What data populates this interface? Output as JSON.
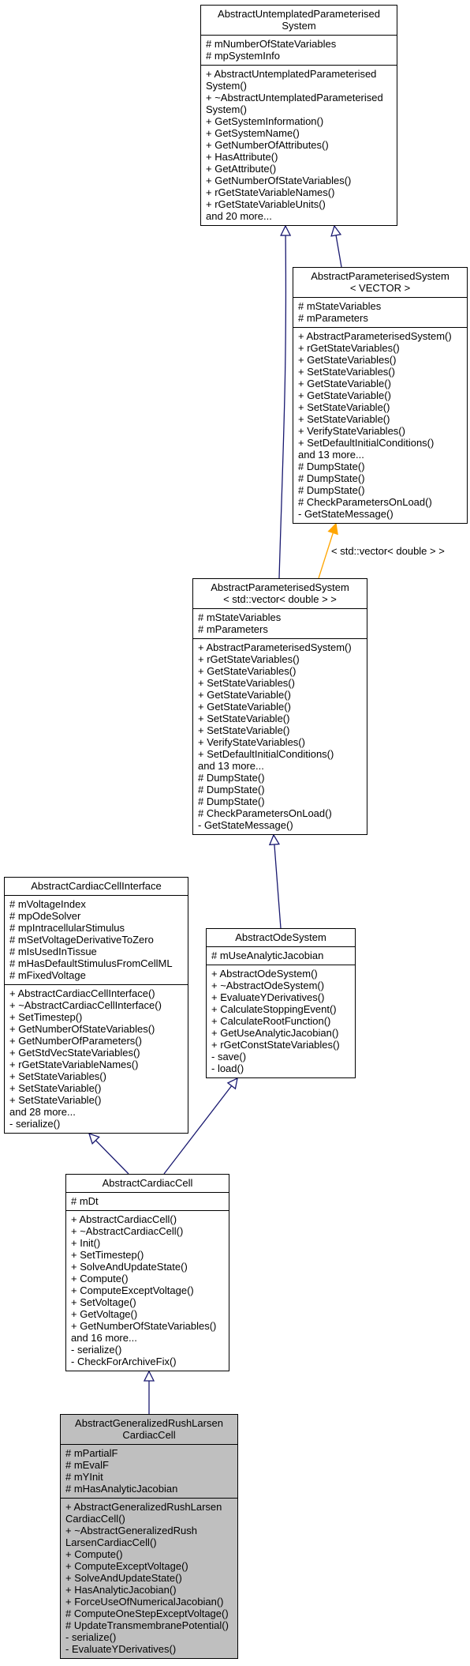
{
  "diagram": {
    "nodes": [
      {
        "id": "aups",
        "title": [
          "AbstractUntemplatedParameterised",
          "System"
        ],
        "attributes": [
          "# mNumberOfStateVariables",
          "# mpSystemInfo"
        ],
        "methods": [
          "+ AbstractUntemplatedParameterised",
          "System()",
          "+ ~AbstractUntemplatedParameterised",
          "System()",
          "+ GetSystemInformation()",
          "+ GetSystemName()",
          "+ GetNumberOfAttributes()",
          "+ HasAttribute()",
          "+ GetAttribute()",
          "+ GetNumberOfStateVariables()",
          "+ rGetStateVariableNames()",
          "+ rGetStateVariableUnits()",
          "and 20 more..."
        ]
      },
      {
        "id": "apsv",
        "title": [
          "AbstractParameterisedSystem",
          "< VECTOR >"
        ],
        "attributes": [
          "# mStateVariables",
          "# mParameters"
        ],
        "methods": [
          "+ AbstractParameterisedSystem()",
          "+ rGetStateVariables()",
          "+ GetStateVariables()",
          "+ SetStateVariables()",
          "+ GetStateVariable()",
          "+ GetStateVariable()",
          "+ SetStateVariable()",
          "+ SetStateVariable()",
          "+ VerifyStateVariables()",
          "+ SetDefaultInitialConditions()",
          "and 13 more...",
          "# DumpState()",
          "# DumpState()",
          "# DumpState()",
          "# CheckParametersOnLoad()",
          "- GetStateMessage()"
        ]
      },
      {
        "id": "apsd",
        "title": [
          "AbstractParameterisedSystem",
          "< std::vector< double > >"
        ],
        "attributes": [
          "# mStateVariables",
          "# mParameters"
        ],
        "methods": [
          "+ AbstractParameterisedSystem()",
          "+ rGetStateVariables()",
          "+ GetStateVariables()",
          "+ SetStateVariables()",
          "+ GetStateVariable()",
          "+ GetStateVariable()",
          "+ SetStateVariable()",
          "+ SetStateVariable()",
          "+ VerifyStateVariables()",
          "+ SetDefaultInitialConditions()",
          "and 13 more...",
          "# DumpState()",
          "# DumpState()",
          "# DumpState()",
          "# CheckParametersOnLoad()",
          "- GetStateMessage()"
        ]
      },
      {
        "id": "acci",
        "title": [
          "AbstractCardiacCellInterface"
        ],
        "attributes": [
          "# mVoltageIndex",
          "# mpOdeSolver",
          "# mpIntracellularStimulus",
          "# mSetVoltageDerivativeToZero",
          "# mIsUsedInTissue",
          "# mHasDefaultStimulusFromCellML",
          "# mFixedVoltage"
        ],
        "methods": [
          "+ AbstractCardiacCellInterface()",
          "+ ~AbstractCardiacCellInterface()",
          "+ SetTimestep()",
          "+ GetNumberOfStateVariables()",
          "+ GetNumberOfParameters()",
          "+ GetStdVecStateVariables()",
          "+ rGetStateVariableNames()",
          "+ SetStateVariables()",
          "+ SetStateVariable()",
          "+ SetStateVariable()",
          "and 28 more...",
          "- serialize()"
        ]
      },
      {
        "id": "aos",
        "title": [
          "AbstractOdeSystem"
        ],
        "attributes": [
          "# mUseAnalyticJacobian"
        ],
        "methods": [
          "+ AbstractOdeSystem()",
          "+ ~AbstractOdeSystem()",
          "+ EvaluateYDerivatives()",
          "+ CalculateStoppingEvent()",
          "+ CalculateRootFunction()",
          "+ GetUseAnalyticJacobian()",
          "+ rGetConstStateVariables()",
          "- save()",
          "- load()"
        ]
      },
      {
        "id": "acc",
        "title": [
          "AbstractCardiacCell"
        ],
        "attributes": [
          "# mDt"
        ],
        "methods": [
          "+ AbstractCardiacCell()",
          "+ ~AbstractCardiacCell()",
          "+ Init()",
          "+ SetTimestep()",
          "+ SolveAndUpdateState()",
          "+ Compute()",
          "+ ComputeExceptVoltage()",
          "+ SetVoltage()",
          "+ GetVoltage()",
          "+ GetNumberOfStateVariables()",
          "and 16 more...",
          "- serialize()",
          "- CheckForArchiveFix()"
        ]
      },
      {
        "id": "agrl",
        "title": [
          "AbstractGeneralizedRushLarsen",
          "CardiacCell"
        ],
        "attributes": [
          "# mPartialF",
          "# mEvalF",
          "# mYInit",
          "# mHasAnalyticJacobian"
        ],
        "methods": [
          "+ AbstractGeneralizedRushLarsen",
          "CardiacCell()",
          "+ ~AbstractGeneralizedRush",
          "LarsenCardiacCell()",
          "+ Compute()",
          "+ ComputeExceptVoltage()",
          "+ SolveAndUpdateState()",
          "+ HasAnalyticJacobian()",
          "+ ForceUseOfNumericalJacobian()",
          "# ComputeOneStepExceptVoltage()",
          "# UpdateTransmembranePotential()",
          "- serialize()",
          "- EvaluateYDerivatives()"
        ]
      }
    ],
    "edge_labels": [
      "< std::vector< double > >"
    ],
    "colors": {
      "inheritance": "#191970",
      "template": "#ffa500",
      "highlight": "#bfbfbf"
    }
  }
}
